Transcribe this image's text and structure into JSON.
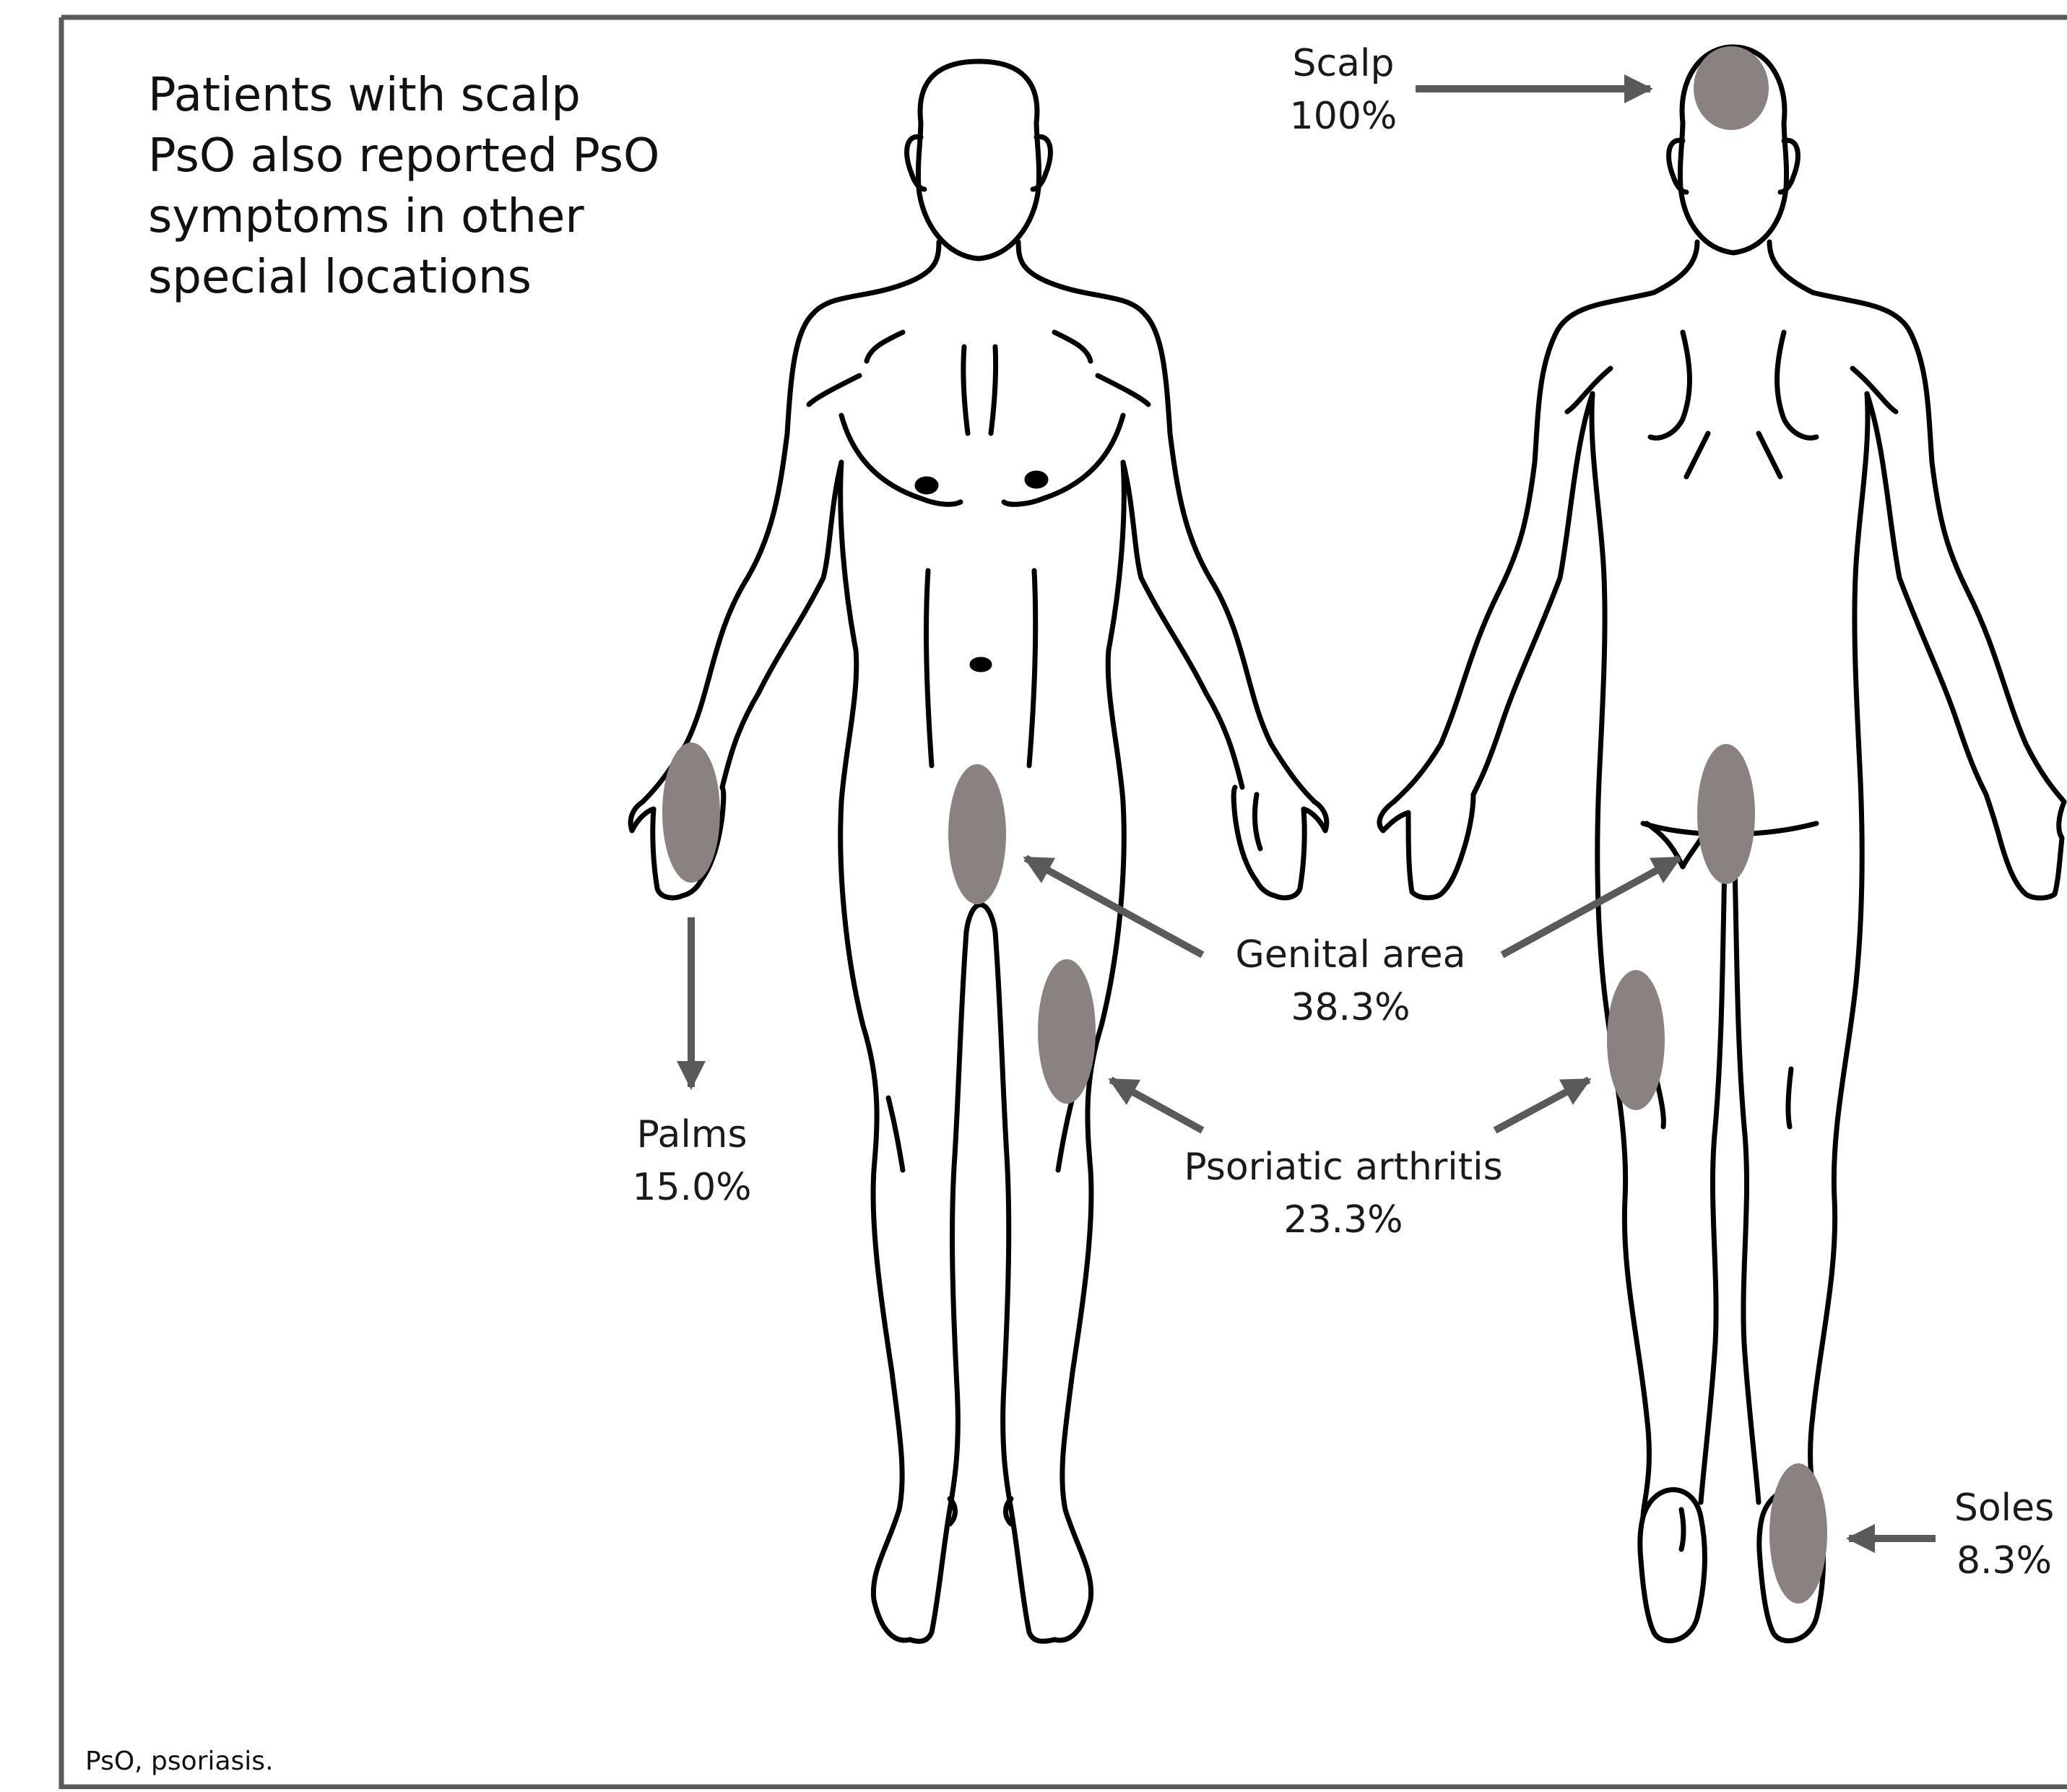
{
  "intro_text": "Patients with scalp\nPsO also reported PsO\nsymptoms in other\nspecial locations",
  "footnote": "PsO, psoriasis.",
  "colors": {
    "frame": "#5a5a5a",
    "body_outline": "#000000",
    "spot_fill": "#8a8280",
    "arrow": "#5a5a5a",
    "text": "#1a1a1a"
  },
  "locations": {
    "scalp": {
      "name": "Scalp",
      "value": "100%"
    },
    "palms": {
      "name": "Palms",
      "value": "15.0%"
    },
    "genital_area": {
      "name": "Genital area",
      "value": "38.3%"
    },
    "psoriatic_arthritis": {
      "name": "Psoriatic arthritis",
      "value": "23.3%"
    },
    "soles": {
      "name": "Soles",
      "value": "8.3%"
    }
  }
}
